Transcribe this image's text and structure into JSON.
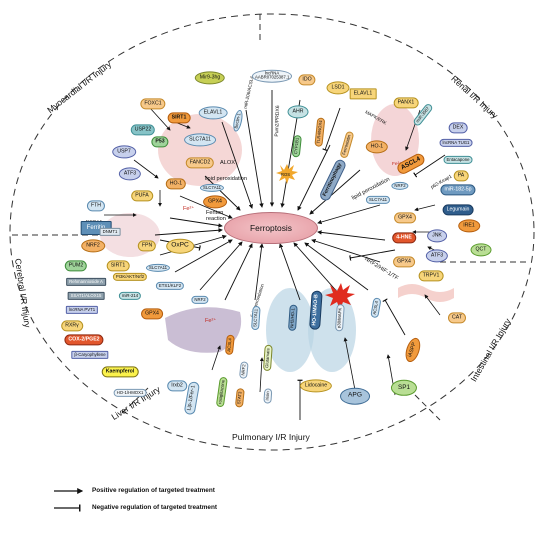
{
  "center": {
    "label": "Ferroptosis"
  },
  "regions": {
    "myocardial": "Myocardial I/R Injury",
    "renal": "Renal I/R Injury",
    "cerebral": "Cerebral I/R Injury",
    "intestinal": "Intestinal I/R Injury",
    "liver": "Liver I/R Injury",
    "pulmonary": "Pulmonary I/R Injury"
  },
  "labels": {
    "lipid_peroxidation_left": "lipid peroxidation",
    "lipid_peroxidation_right": "lipid peroxidation",
    "lipid_peroxidation_liver": "lipid peroxidation",
    "fenton": "Fenton reaction",
    "alox": "ALOX",
    "fe2_left": "Fe²⁺",
    "fe2_liver": "Fe²⁺",
    "fe2_renal": "Fe²⁺",
    "nrf2_hif": "NRF2/HIF-1/TF",
    "mapk": "MAPK/ERK",
    "ncoa4": "NCOA4",
    "p62": "p62-Keap1",
    "ros": "ROS"
  },
  "nodes": {
    "foxc1": "FOXC1",
    "mir93hg": "Mir9-3hg",
    "usp22": "USP22",
    "sirt1_top": "SIRT1",
    "elavl1_left": "ELAVL1",
    "usp7": "USP7",
    "p53": "P53",
    "slc7a11_top": "SLC7A11",
    "atf3_left": "ATF3",
    "fancd2": "FANCD2",
    "beclin1": "Beclin-1",
    "mir2062": "miR-206/ACSL4",
    "pufa": "PUFA",
    "fth": "FTH",
    "ho1_left": "HO-1",
    "slc7a11_mid": "SLC7A11",
    "ferritin": "Ferritin",
    "gpx4_top": "GPX4",
    "nrf2_left": "NRF2",
    "fpn": "FPN",
    "oxpc": "OxPC",
    "dnmt1": "DNMT1",
    "circrna": "lncRNA AABR07025387.1",
    "pum2": "Pum2/PRDX6",
    "ido": "IDO",
    "ahr": "AHR",
    "cyp1b1": "CYP1B1",
    "lsd1": "LSD1",
    "tlr4": "TLR4/NOX4",
    "elavl1_right": "ELAVL1",
    "fer1": "Ferrostatin",
    "ferritinophagy": "Ferritinophagy",
    "panx1": "PANX1",
    "mir3587": "miR-3587",
    "ho1_right": "HO-1",
    "dex": "DEX",
    "lnctug1": "lncRNA TUG1",
    "acsl4_right": "ASCL4",
    "entacapone": "Entacapone",
    "nrf2_right": "NRF2",
    "pa": "PA",
    "mir182": "miR-182-5p",
    "slc7a11_right": "SLC7A11",
    "gpx4_right": "GPX4",
    "legumain": "Legumain",
    "hne": "4-HNE",
    "jnk": "JNK",
    "ire1": "IRE1",
    "atf3_right": "ATF3",
    "qct": "QCT",
    "gpx4_int": "GPX4",
    "trpv1": "TRPV1",
    "cat": "CAT",
    "iaspp": "iASPP",
    "acsl4_int": "ACSL4",
    "sp1": "SP1",
    "pum2_cer": "PUM2",
    "sirt1_cer": "SIRT1",
    "slc7a11_cer": "SLC7A11",
    "rehmanniaside": "Rehmannioside A",
    "pi3k": "PI3K/AKT/Nrf2",
    "ssat1": "SSAT1/ALOX15",
    "lncpvt1": "lncRNA PVT1",
    "mir214": "miR-214",
    "ets1": "ETS1/KLF2",
    "rxry": "RXRγ",
    "gpx4_cer": "GPX4",
    "nrf2_cer": "NRF2",
    "cox2": "COX-2/PGE2",
    "bcaryo": "β-Caryophyllene",
    "kaempferol": "Kaempferol",
    "hmox1": "HO-1/HMOX1",
    "irxb2": "Irxb2",
    "lip1": "Lip-1/Fer-1",
    "rosiglitazone": "rosiglitazone",
    "acsl4_liver": "ACSL4",
    "stat3": "STAT3",
    "nrf2_liv": "NRF2",
    "slc7a11_pul": "SLC7A11",
    "pkr_eif2": "Nrf2/HO-1",
    "nrf2_stat3": "HO-1/MAO-B",
    "pulm_glu": "Glutamate",
    "irisin": "Irisin",
    "lidocaine": "Lidocaine",
    "apg": "APG",
    "ahr_pulm": "p38/MAPK"
  },
  "legend": {
    "positive": "Positive regulation of targeted treatment",
    "negative": "Negative regulation of targeted treatment"
  }
}
